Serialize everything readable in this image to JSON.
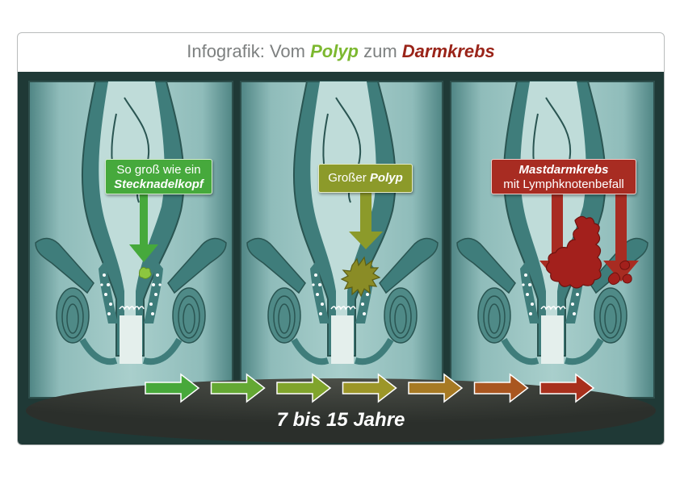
{
  "title": {
    "prefix": "Infografik: Vom ",
    "polyp": "Polyp",
    "middle": " zum ",
    "krebs": "Darmkrebs"
  },
  "panels": [
    {
      "line1": "So groß wie ein",
      "line2": "Stecknadelkopf"
    },
    {
      "prefix": "Großer ",
      "emph": "Polyp"
    },
    {
      "line1": "Mastdarmkrebs",
      "line2": "mit Lymphknotenbefall"
    }
  ],
  "timeline": {
    "label": "7 bis 15 Jahre",
    "arrow_colors": [
      "#47a83a",
      "#64a833",
      "#80a42c",
      "#9c9628",
      "#a77a24",
      "#a95620",
      "#a8301d"
    ]
  },
  "colors": {
    "small_arrow": "#46a93c",
    "large_arrow": "#8c9a2a",
    "cancer_arrow": "#a82c22",
    "polyp_small": "#8cc63f",
    "polyp_large": "#8a8c26",
    "tumor": "#a3201c"
  }
}
